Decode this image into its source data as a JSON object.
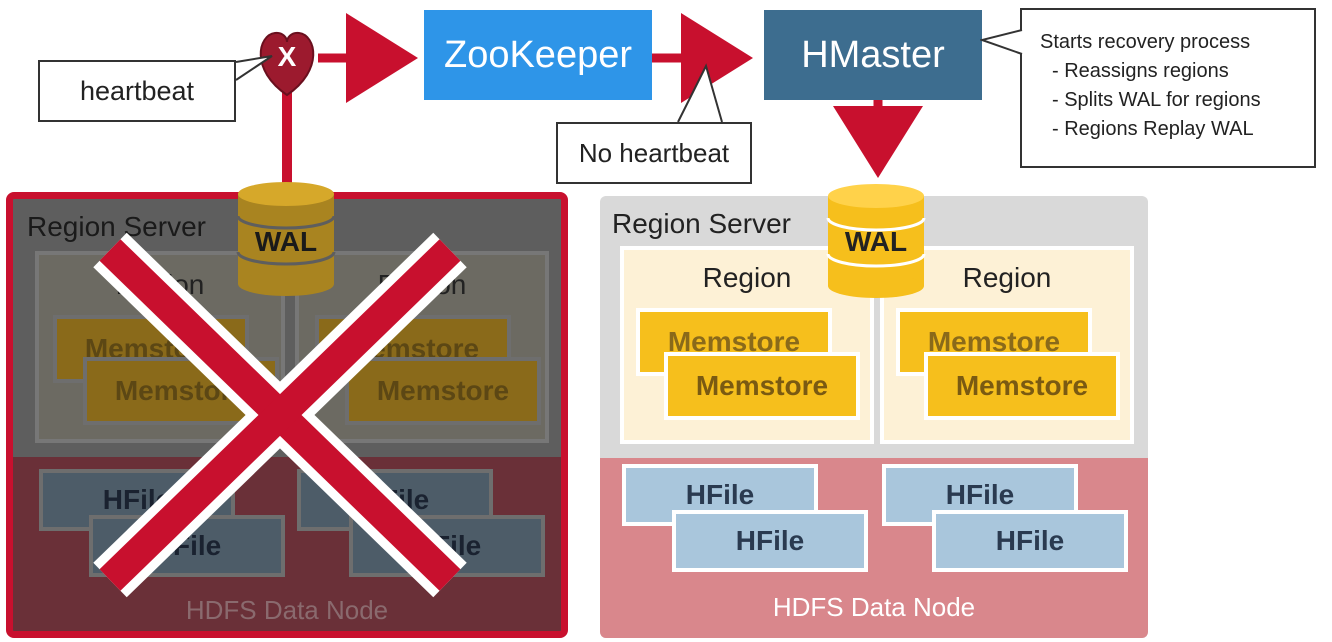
{
  "top": {
    "heartbeat": "heartbeat",
    "no_heartbeat": "No heartbeat",
    "zookeeper": "ZooKeeper",
    "hmaster": "HMaster",
    "fail_mark": "X"
  },
  "recovery": {
    "title": "Starts recovery process",
    "steps": [
      "- Reassigns regions",
      "- Splits WAL for regions",
      "- Regions Replay WAL"
    ]
  },
  "left_server": {
    "title": "Region Server",
    "wal": "WAL",
    "regions": [
      {
        "label": "Region",
        "memstores": [
          "Memstore",
          "Memstore"
        ],
        "hfiles": [
          "HFile",
          "HFile"
        ]
      },
      {
        "label": "Region",
        "memstores": [
          "Memstore",
          "Memstore"
        ],
        "hfiles": [
          "HFile",
          "HFile"
        ]
      }
    ],
    "hdfs": "HDFS Data Node"
  },
  "right_server": {
    "title": "Region Server",
    "wal": "WAL",
    "regions": [
      {
        "label": "Region",
        "memstores": [
          "Memstore",
          "Memstore"
        ],
        "hfiles": [
          "HFile",
          "HFile"
        ]
      },
      {
        "label": "Region",
        "memstores": [
          "Memstore",
          "Memstore"
        ],
        "hfiles": [
          "HFile",
          "HFile"
        ]
      }
    ],
    "hdfs": "HDFS Data Node"
  },
  "colors": {
    "accent_red": "#c8102e",
    "zookeeper_blue": "#2e95e8",
    "hmaster_blue": "#3d6d8f",
    "memstore_yellow": "#f6bf1c",
    "hfile_blue": "#a9c6dc",
    "hdfs_pink": "#d9878c"
  }
}
